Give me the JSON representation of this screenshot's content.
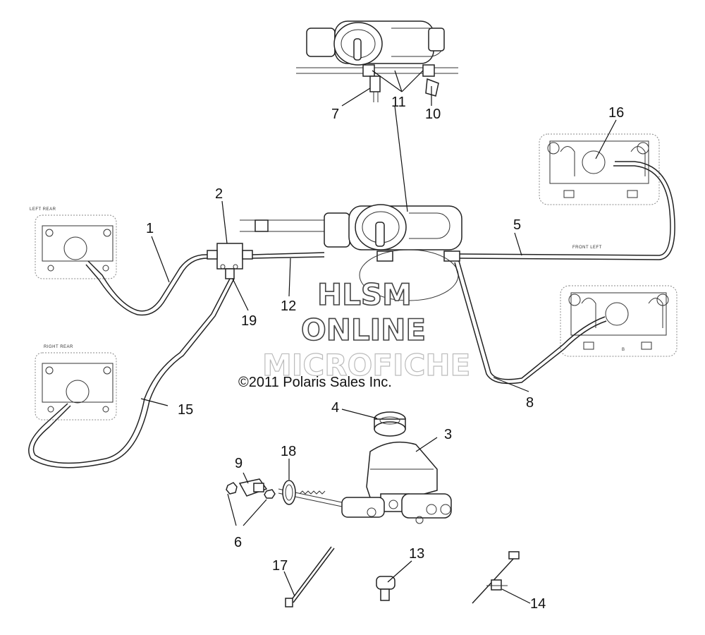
{
  "callouts": {
    "c1": "1",
    "c2": "2",
    "c3": "3",
    "c4": "4",
    "c5": "5",
    "c6": "6",
    "c7": "7",
    "c8": "8",
    "c9": "9",
    "c10": "10",
    "c11": "11",
    "c12": "12",
    "c13": "13",
    "c14": "14",
    "c15": "15",
    "c16": "16",
    "c17": "17",
    "c18": "18",
    "c19": "19"
  },
  "small_labels": {
    "left_rear": "LEFT REAR",
    "right_rear": "RIGHT REAR",
    "front_left": "FRONT LEFT",
    "caliper_letter": "B"
  },
  "watermark": {
    "line1": "HLSM",
    "line2": "ONLINE",
    "line3": "MICROFICHE"
  },
  "copyright": "©2011 Polaris Sales Inc."
}
